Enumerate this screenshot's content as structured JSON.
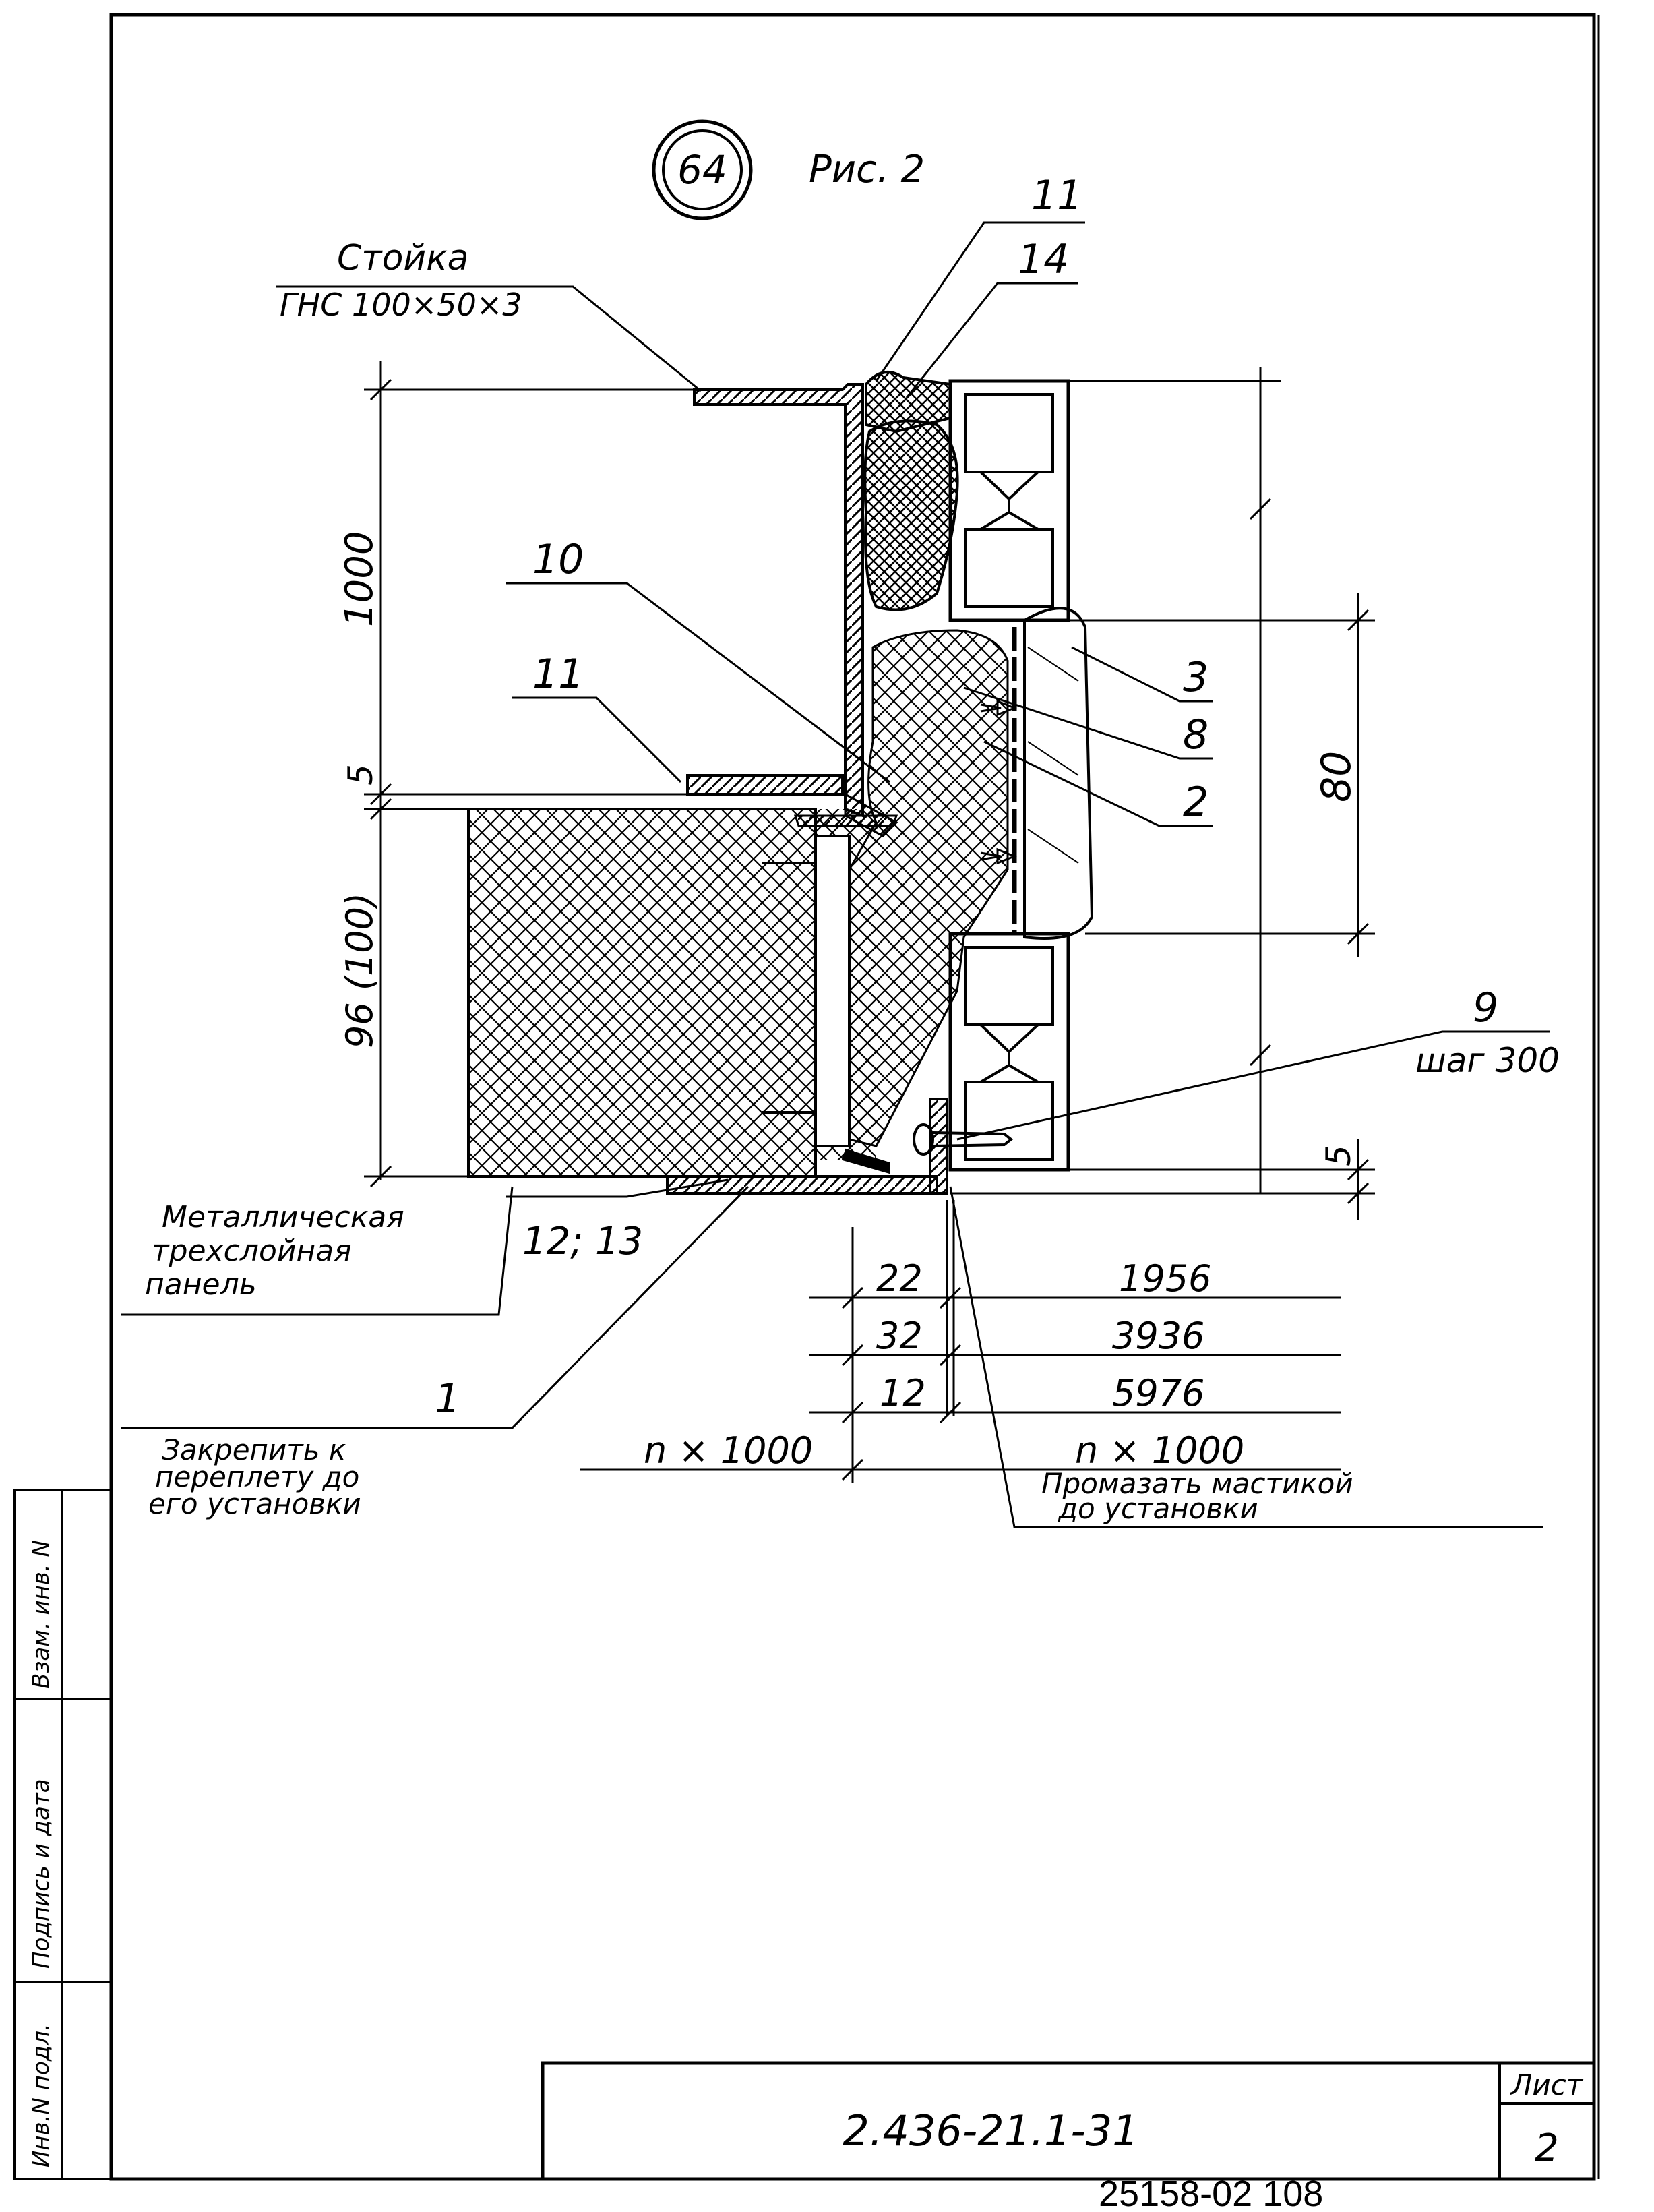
{
  "drawing": {
    "detail_mark": "64",
    "figure_caption": "Рис. 2",
    "post_label": "Стойка",
    "post_profile": "ГНС 100×50×3",
    "panel_label": [
      "Металлическая",
      "трехслойная",
      "панель"
    ],
    "note_fix": [
      "Закрепить к",
      "переплету до",
      "его установки"
    ],
    "note_mastic": [
      "Промазать мастикой",
      "до установки"
    ],
    "pos_9_step": "шаг 300",
    "callouts": {
      "c11a": "11",
      "c14": "14",
      "c10": "10",
      "c11b": "11",
      "c3": "3",
      "c8": "8",
      "c2": "2",
      "c9": "9",
      "c1213": "12; 13",
      "c1": "1"
    },
    "dims": {
      "v1000": "1000",
      "v5a": "5",
      "v96": "96 (100)",
      "v80": "80",
      "v5b": "5"
    },
    "dim_table": [
      {
        "left": "22",
        "right": "1956"
      },
      {
        "left": "32",
        "right": "3936"
      },
      {
        "left": "12",
        "right": "5976"
      }
    ],
    "n_left": "n × 1000",
    "n_right": "n × 1000"
  },
  "stamp": {
    "doc_code": "2.436-21.1-31",
    "sheet_label": "Лист",
    "sheet_num": "2"
  },
  "side_stamp": {
    "inv_sub": "Инв.N подл.",
    "sig_date": "Подпись и дата",
    "vzam": "Взам. инв. N"
  },
  "footer_code": "25158-02  108"
}
